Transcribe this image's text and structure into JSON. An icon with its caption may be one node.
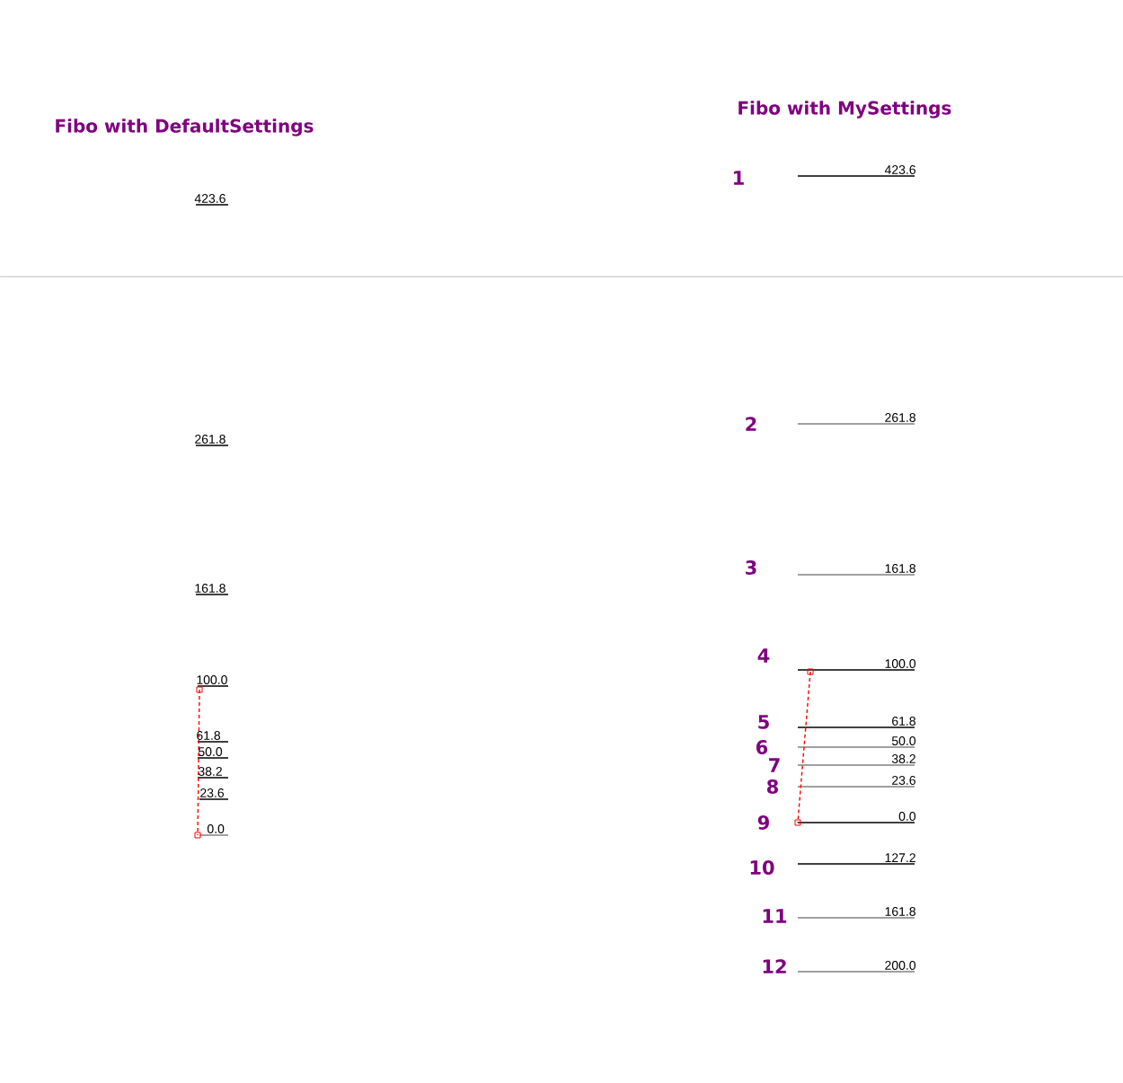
{
  "diagram": {
    "labels": [
      "Fibo with DefaultSettings",
      "423.6",
      "261.8",
      "161.8",
      "100.0",
      "61.8",
      "50.0",
      "38.2",
      "23.6",
      "0.0",
      "Fibo with MySettings",
      "1",
      "423.6",
      "2",
      "261.8",
      "3",
      "161.8",
      "4",
      "100.0",
      "5",
      "61.8",
      "6",
      "50.0",
      "7",
      "38.2",
      "8",
      "23.6",
      "9",
      "0.0",
      "10",
      "127.2",
      "11",
      "161.8",
      "12",
      "200.0"
    ]
  }
}
